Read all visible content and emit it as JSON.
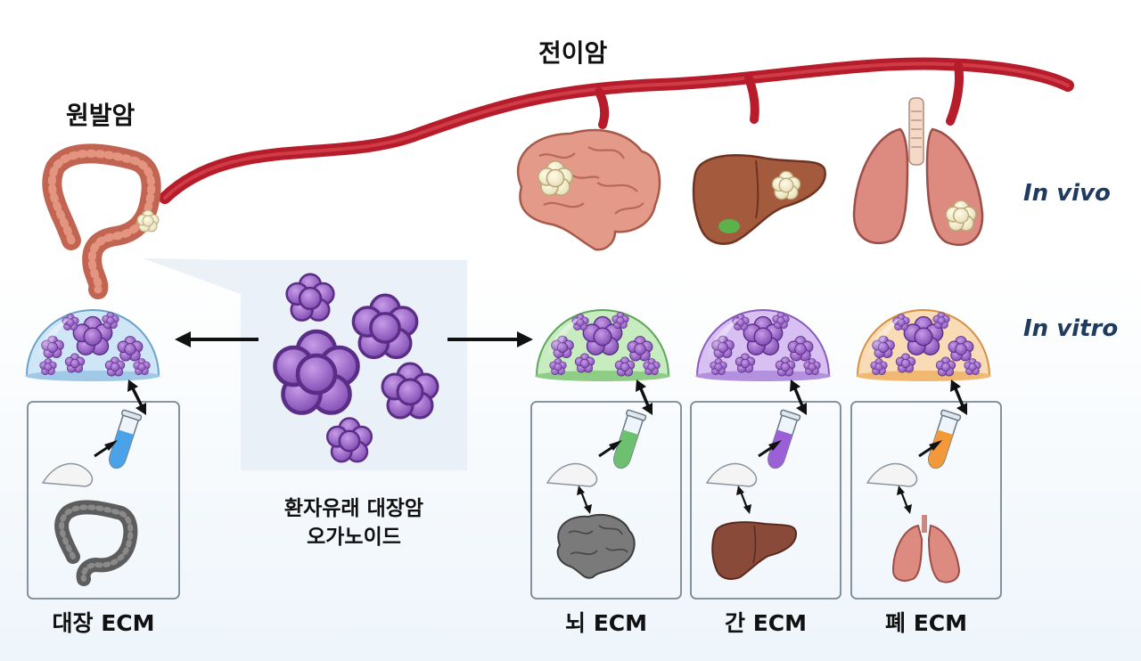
{
  "labels": {
    "primary": "원발암",
    "metastasis": "전이암",
    "in_vivo": "In vivo",
    "in_vitro": "In vitro",
    "organoid_line1": "환자유래 대장암",
    "organoid_line2": "오가노이드"
  },
  "ecm": [
    {
      "label": "대장 ECM",
      "tube_color": "#4aa3e8",
      "dome_color": "#cfe6f7",
      "organ": "colon"
    },
    {
      "label": "뇌 ECM",
      "tube_color": "#6cc070",
      "dome_color": "#c6ecc0",
      "organ": "brain"
    },
    {
      "label": "간 ECM",
      "tube_color": "#9b5fd6",
      "dome_color": "#d8c0f2",
      "organ": "liver"
    },
    {
      "label": "폐 ECM",
      "tube_color": "#f29a3a",
      "dome_color": "#f9dcb5",
      "organ": "lung"
    }
  ],
  "icons": [
    "colon-icon",
    "brain-icon",
    "liver-icon",
    "lung-icon",
    "blood-vessel-icon",
    "organoid-icon",
    "dome-icon",
    "tube-icon",
    "powder-icon",
    "arrow-icon"
  ]
}
